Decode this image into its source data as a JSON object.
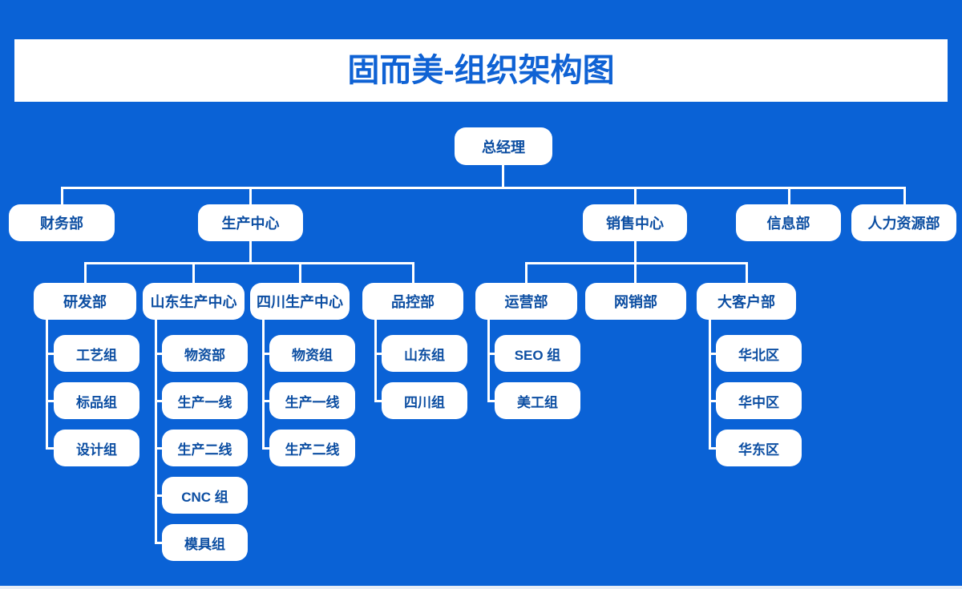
{
  "header": {
    "title": "固而美-组织架构图"
  },
  "colors": {
    "background": "#0a62d6",
    "box_fill": "#ffffff",
    "box_text": "#0c4ea2",
    "title_text": "#0f62d4",
    "connector": "#ffffff"
  },
  "tree": {
    "root": {
      "label": "总经理"
    },
    "departments": [
      {
        "label": "财务部",
        "children": []
      },
      {
        "label": "生产中心",
        "children": [
          {
            "label": "研发部",
            "children": [
              {
                "label": "工艺组"
              },
              {
                "label": "标品组"
              },
              {
                "label": "设计组"
              }
            ]
          },
          {
            "label": "山东生产中心",
            "children": [
              {
                "label": "物资部"
              },
              {
                "label": "生产一线"
              },
              {
                "label": "生产二线"
              },
              {
                "label": "CNC 组"
              },
              {
                "label": "模具组"
              }
            ]
          },
          {
            "label": "四川生产中心",
            "children": [
              {
                "label": "物资组"
              },
              {
                "label": "生产一线"
              },
              {
                "label": "生产二线"
              }
            ]
          },
          {
            "label": "品控部",
            "children": [
              {
                "label": "山东组"
              },
              {
                "label": "四川组"
              }
            ]
          }
        ]
      },
      {
        "label": "销售中心",
        "children": [
          {
            "label": "运营部",
            "children": [
              {
                "label": "SEO 组"
              },
              {
                "label": "美工组"
              }
            ]
          },
          {
            "label": "网销部",
            "children": []
          },
          {
            "label": "大客户部",
            "children": [
              {
                "label": "华北区"
              },
              {
                "label": "华中区"
              },
              {
                "label": "华东区"
              }
            ]
          }
        ]
      },
      {
        "label": "信息部",
        "children": []
      },
      {
        "label": "人力资源部",
        "children": []
      }
    ]
  }
}
